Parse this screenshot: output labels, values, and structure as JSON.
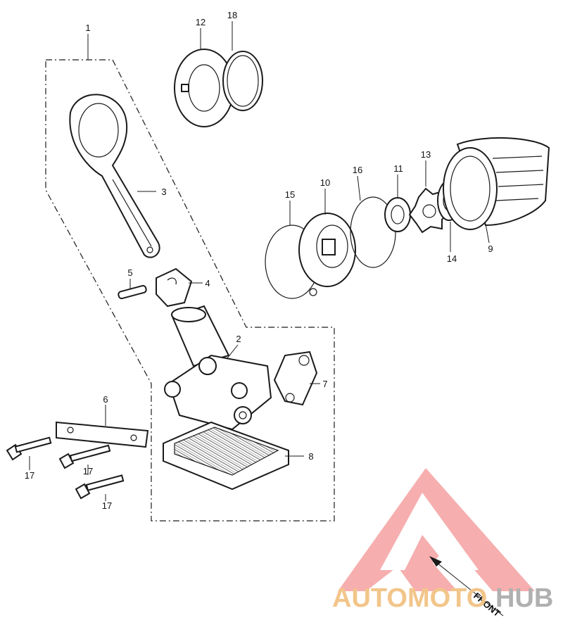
{
  "callouts": {
    "c1": "1",
    "c2": "2",
    "c3": "3",
    "c4": "4",
    "c5": "5",
    "c6": "6",
    "c7": "7",
    "c8": "8",
    "c9": "9",
    "c10": "10",
    "c11": "11",
    "c12": "12",
    "c13": "13",
    "c14": "14",
    "c15": "15",
    "c16": "16",
    "c17a": "17",
    "c17b": "17",
    "c17c": "17",
    "c18": "18"
  },
  "front_label": "FRONT",
  "watermark": {
    "part1": "AUTOMOTO",
    "part2": "HUB",
    "color_primary": "#f39a9a",
    "color_secondary": "#f2c58a"
  }
}
